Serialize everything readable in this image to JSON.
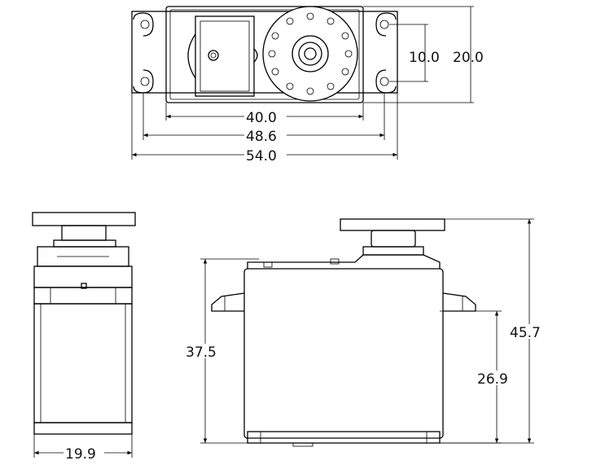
{
  "dimensions": {
    "top_view": {
      "body_length": "40.0",
      "mount_hole_spacing": "48.6",
      "overall_length": "54.0",
      "hole_pitch": "10.0",
      "body_width": "20.0"
    },
    "side_view": {
      "width": "19.9"
    },
    "front_view": {
      "body_height": "37.5",
      "mount_height": "26.9",
      "overall_height": "45.7"
    }
  }
}
